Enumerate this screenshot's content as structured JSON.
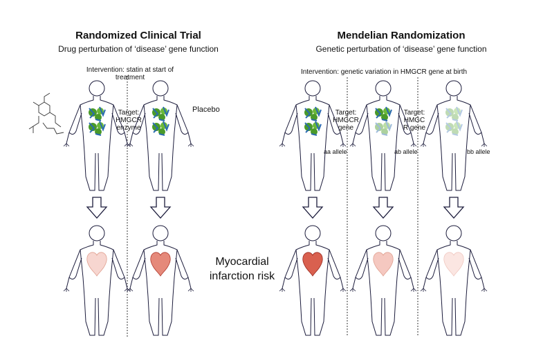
{
  "rct": {
    "title": "Randomized Clinical Trial",
    "subtitle": "Drug perturbation of ‘disease’ gene function",
    "intervention": "Intervention: statin at start of treatment",
    "target": "Target: HMGCR enzyme",
    "placebo": "Placebo"
  },
  "mr": {
    "title": "Mendelian Randomization",
    "subtitle": "Genetic perturbation of ‘disease’ gene function",
    "intervention": "Intervention: genetic variation in HMGCR gene at birth",
    "target_1": "Target: HMGCR gene",
    "target_2": "Target: HMGC R gene",
    "allele_aa": "aa allele",
    "allele_ab": "ab allele",
    "allele_bb": "bb allele"
  },
  "outcome": {
    "label": "Myocardial infarction risk"
  },
  "colors": {
    "outline": "#1a1a3a",
    "protein_green": "#4a9a2a",
    "protein_blue": "#2a6ab0",
    "heart_strong": "#c0392b",
    "heart_medium": "#e08070",
    "heart_faint": "#f2c0b8"
  }
}
